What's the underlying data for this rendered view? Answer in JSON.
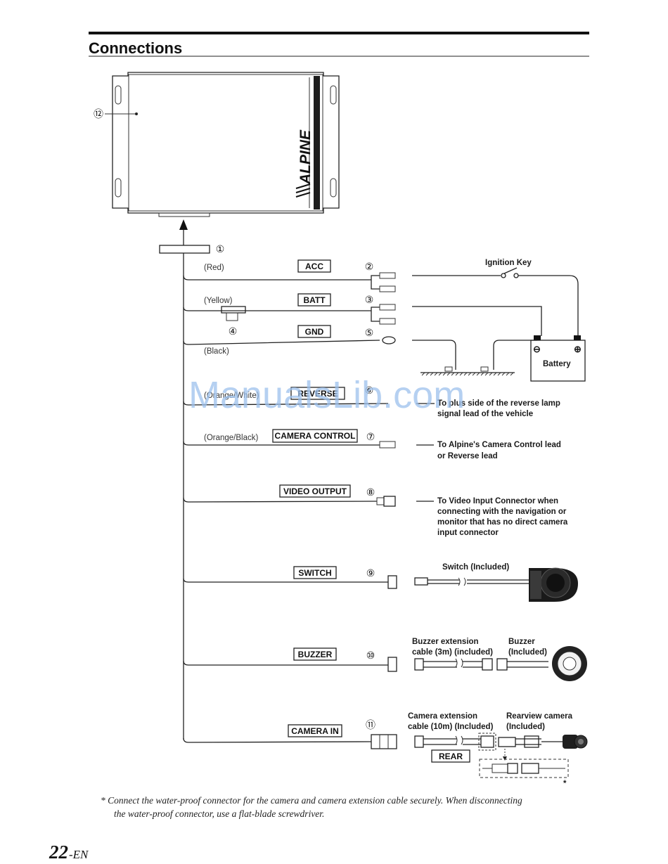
{
  "page": {
    "title": "Connections",
    "page_number": "22",
    "page_suffix": "-EN",
    "footnote_line1": "*  Connect the water-proof connector for the camera and camera extension cable securely. When disconnecting",
    "footnote_line2": "the water-proof connector, use a flat-blade screwdriver.",
    "watermark": "ManualsLib.com"
  },
  "unit": {
    "brand": "ALPINE",
    "callout": "⑫",
    "main_connector_callout": "①"
  },
  "connections": [
    {
      "id": "acc",
      "wire_color": "(Red)",
      "box_label": "ACC",
      "callout": "②"
    },
    {
      "id": "batt",
      "wire_color": "(Yellow)",
      "box_label": "BATT",
      "callout": "③",
      "fuse_callout": "④"
    },
    {
      "id": "gnd",
      "wire_color": "(Black)",
      "box_label": "GND",
      "callout": "⑤"
    },
    {
      "id": "reverse",
      "wire_color": "(Orange/White)",
      "box_label": "REVERSE",
      "callout": "⑥",
      "destination_line1": "To plus side of the reverse lamp",
      "destination_line2": "signal lead of the vehicle"
    },
    {
      "id": "camera_control",
      "wire_color": "(Orange/Black)",
      "box_label": "CAMERA CONTROL",
      "callout": "⑦",
      "destination_line1": "To Alpine's Camera Control lead",
      "destination_line2": "or Reverse lead"
    },
    {
      "id": "video_output",
      "box_label": "VIDEO OUTPUT",
      "callout": "⑧",
      "destination_line1": "To Video Input Connector when",
      "destination_line2": "connecting with the navigation or",
      "destination_line3": "monitor that has no direct camera",
      "destination_line4": "input connector"
    },
    {
      "id": "switch",
      "box_label": "SWITCH",
      "callout": "⑨",
      "device_label": "Switch (Included)"
    },
    {
      "id": "buzzer",
      "box_label": "BUZZER",
      "callout": "⑩",
      "cable_label_line1": "Buzzer extension",
      "cable_label_line2": "cable (3m) (included)",
      "device_label_line1": "Buzzer",
      "device_label_line2": "(Included)"
    },
    {
      "id": "camera_in",
      "box_label": "CAMERA IN",
      "callout": "⑪",
      "cable_label_line1": "Camera extension",
      "cable_label_line2": "cable (10m) (Included)",
      "device_label_line1": "Rearview camera",
      "device_label_line2": "(Included)",
      "connector_label": "REAR",
      "asterisk": "*"
    }
  ],
  "vehicle": {
    "ignition_key": "Ignition Key",
    "battery": "Battery",
    "minus": "⊖",
    "plus": "⊕"
  }
}
